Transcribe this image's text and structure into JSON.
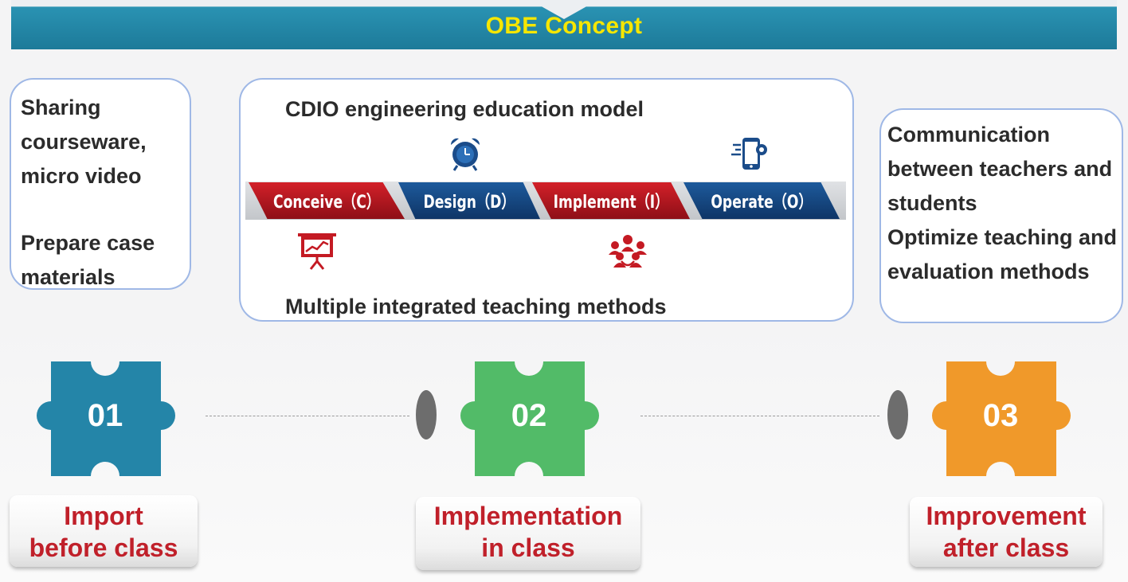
{
  "banner": {
    "title": "OBE Concept"
  },
  "before_box": {
    "line1": "Sharing courseware, micro video",
    "line2": "Prepare case materials"
  },
  "cdio_box": {
    "title": "CDIO engineering education model",
    "bottom": "Multiple integrated teaching methods",
    "phases": [
      {
        "label": "Conceive（C）",
        "color": "#c41a23"
      },
      {
        "label": "Design（D）",
        "color": "#174a85"
      },
      {
        "label": "Implement（I）",
        "color": "#c41a23"
      },
      {
        "label": "Operate（O）",
        "color": "#174a85"
      }
    ],
    "icons": [
      "alarm-clock-icon",
      "mobile-settings-icon",
      "presentation-board-icon",
      "team-group-icon"
    ]
  },
  "after_box": {
    "line1": "Communication between teachers and students",
    "line2": "Optimize teaching and evaluation methods"
  },
  "steps": [
    {
      "number": "01",
      "label_line1": "Import",
      "label_line2": "before class",
      "color": "#2485a8"
    },
    {
      "number": "02",
      "label_line1": "Implementation",
      "label_line2": "in class",
      "color": "#52bb68"
    },
    {
      "number": "03",
      "label_line1": "Improvement",
      "label_line2": "after class",
      "color": "#f0992a"
    }
  ]
}
